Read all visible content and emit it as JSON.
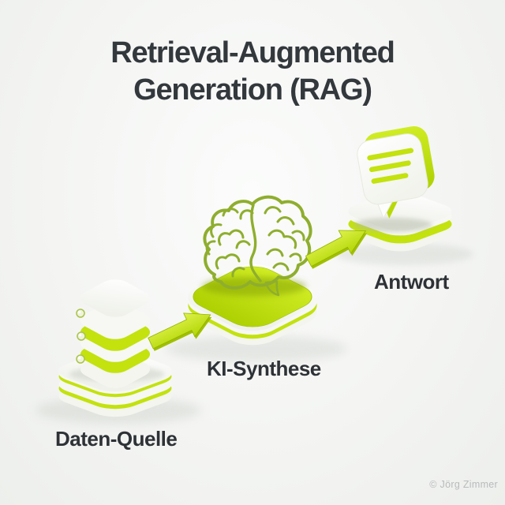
{
  "title": {
    "line1": "Retrieval-Augmented",
    "line2": "Generation (RAG)"
  },
  "nodes": [
    {
      "id": "data-source",
      "label": "Daten-Quelle",
      "icon": "database-icon"
    },
    {
      "id": "ai-synthesis",
      "label": "KI-Synthese",
      "icon": "brain-icon"
    },
    {
      "id": "answer",
      "label": "Antwort",
      "icon": "speech-bubble-icon"
    }
  ],
  "arrows": [
    {
      "from": "data-source",
      "to": "ai-synthesis"
    },
    {
      "from": "ai-synthesis",
      "to": "answer"
    }
  ],
  "watermark": "© Jörg Zimmer",
  "colors": {
    "accent": "#c3e20e",
    "accent_light": "#ddf24a",
    "accent_dark": "#9fbf02",
    "olive": "#8fae2e",
    "title_text": "#33383d",
    "label_text": "#2e3236",
    "watermark_text": "#b8babc",
    "background": "#f4f5f3"
  }
}
